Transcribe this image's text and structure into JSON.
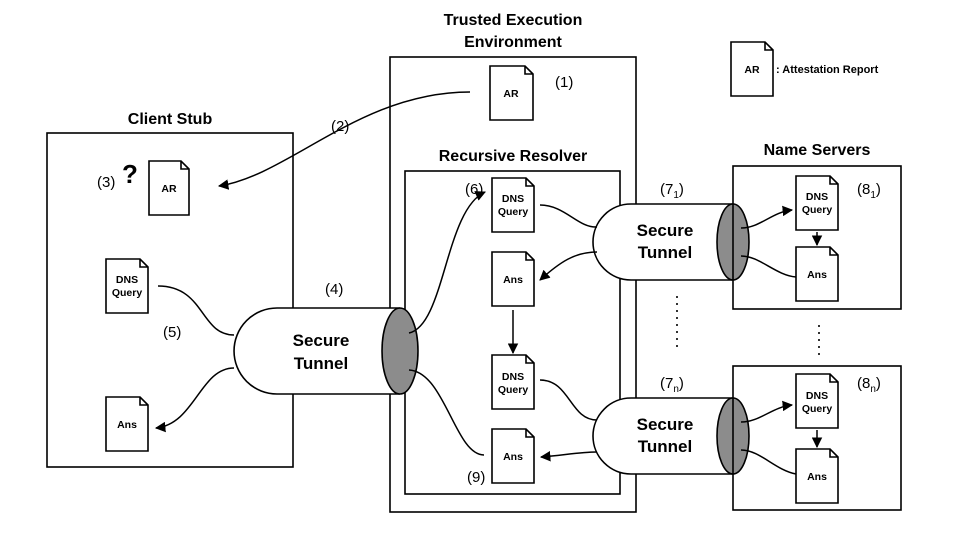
{
  "legend": {
    "doc_label": "AR",
    "description": ": Attestation Report"
  },
  "client_stub": {
    "title": "Client Stub",
    "step3": "(3)",
    "question": "?",
    "ar_doc": "AR",
    "query_doc": [
      "DNS",
      "Query"
    ],
    "step5": "(5)",
    "ans_doc": "Ans"
  },
  "tee": {
    "title_lines": [
      "Trusted Execution",
      "Environment"
    ],
    "step1": "(1)",
    "ar_doc": "AR",
    "step2": "(2)"
  },
  "resolver": {
    "title": "Recursive Resolver",
    "step6": "(6)",
    "query_doc_1": [
      "DNS",
      "Query"
    ],
    "ans_doc_1": "Ans",
    "query_doc_2": [
      "DNS",
      "Query"
    ],
    "ans_doc_2": "Ans",
    "step9": "(9)"
  },
  "main_tunnel": {
    "step4": "(4)",
    "label_lines": [
      "Secure",
      "Tunnel"
    ]
  },
  "tunnel_1": {
    "step": "(7",
    "subscript": "1",
    "close": ")",
    "label_lines": [
      "Secure",
      "Tunnel"
    ]
  },
  "tunnel_n": {
    "step": "(7",
    "subscript": "n",
    "close": ")",
    "label_lines": [
      "Secure",
      "Tunnel"
    ]
  },
  "name_servers": {
    "title": "Name Servers",
    "server_1": {
      "step": "(8",
      "subscript": "1",
      "close": ")",
      "query_doc": [
        "DNS",
        "Query"
      ],
      "ans_doc": "Ans"
    },
    "server_n": {
      "step": "(8",
      "subscript": "n",
      "close": ")",
      "query_doc": [
        "DNS",
        "Query"
      ],
      "ans_doc": "Ans"
    }
  }
}
